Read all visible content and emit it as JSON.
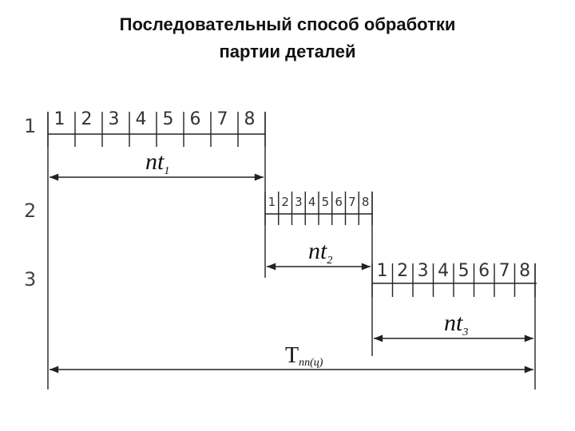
{
  "title": {
    "line1": "Последовательный способ обработки",
    "line2": "партии деталей"
  },
  "diagram": {
    "rows": [
      "1",
      "2",
      "3"
    ],
    "part_numbers": [
      "1",
      "2",
      "3",
      "4",
      "5",
      "6",
      "7",
      "8"
    ],
    "stage1_label": {
      "main": "nt",
      "sub": "1"
    },
    "stage2_label": {
      "main": "nt",
      "sub": "2"
    },
    "stage3_label": {
      "main": "nt",
      "sub": "3"
    },
    "total_label": {
      "main": "T",
      "sub": "пп(ц)"
    }
  }
}
